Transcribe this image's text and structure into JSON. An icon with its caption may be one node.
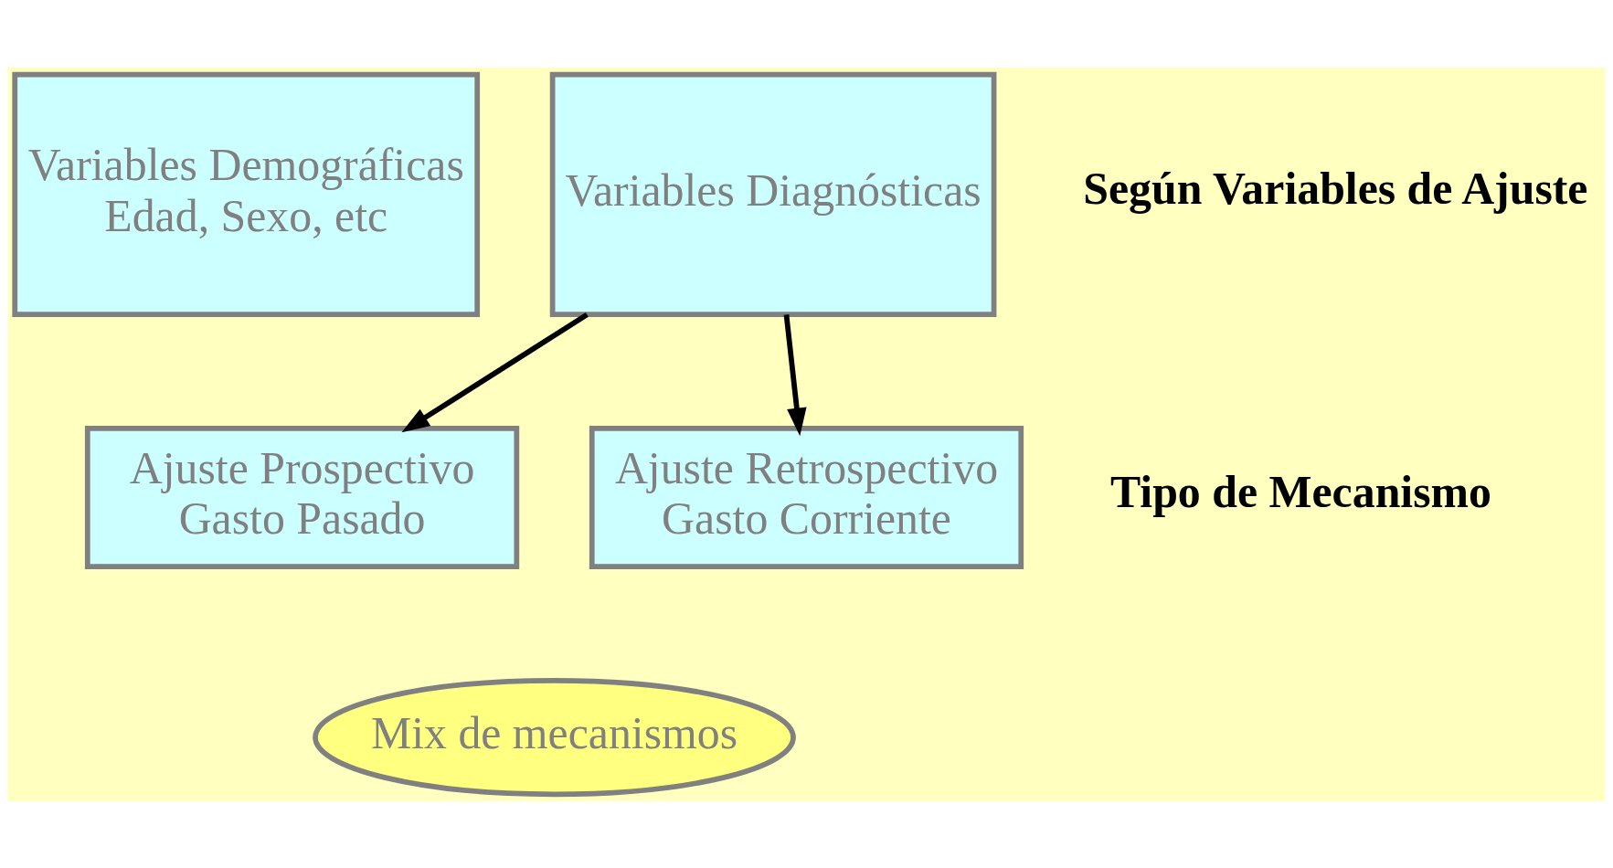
{
  "diagram": {
    "nodes": [
      {
        "text": [
          "Variables Demográficas",
          "Edad, Sexo, etc"
        ]
      },
      {
        "text": [
          "Variables Diagnósticas"
        ]
      },
      {
        "text": [
          "Ajuste Prospectivo",
          "Gasto Pasado"
        ]
      },
      {
        "text": [
          "Ajuste Retrospectivo",
          "Gasto Corriente"
        ]
      },
      {
        "text": [
          "Mix de mecanismos"
        ]
      }
    ],
    "edges": [
      {
        "from": 1,
        "to": 2,
        "arrow": "to"
      },
      {
        "from": 1,
        "to": 3,
        "arrow": "to"
      }
    ],
    "labels": [
      "Según Variables de Ajuste",
      "Tipo de Mecanismo"
    ]
  }
}
